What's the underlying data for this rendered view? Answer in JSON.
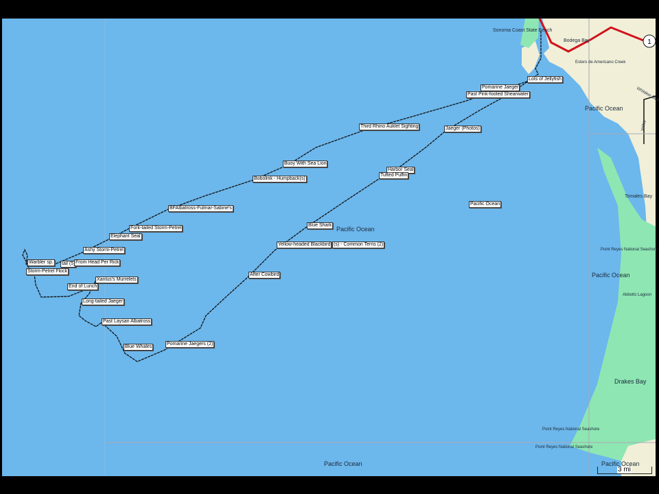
{
  "colors": {
    "ocean": "#6cb7ec",
    "land": "#f1efd8",
    "park": "#8ee6b3",
    "road": "#d0121b",
    "track": "#111111",
    "border": "#000000"
  },
  "places": {
    "sonoma_coast": "Sonoma Coast State Beach",
    "bodega_bay": "Bodega Bay",
    "estero": "Estero de Americano Creek",
    "pacific_1": "Pacific Ocean",
    "pacific_2": "Pacific Ocean",
    "pacific_3": "Pacific Ocean",
    "pacific_4": "Pacific Ocean",
    "pacific_5": "Pacific Ocean",
    "tomales": "Tomales Bay",
    "point_reyes_1": "Point Reyes National Seashore",
    "point_reyes_2": "Point Reyes National Seashore",
    "point_reyes_3": "Point Reyes National Seashore",
    "abbotts": "Abbotts Lagoon",
    "drakes": "Drakes Bay",
    "whitaker": "Whitaker Bluff",
    "valley": "Valley",
    "route_1": "1"
  },
  "waypoints": [
    "Lots of Jellyfish",
    "Pomarine Jaeger",
    "Past Pink-footed Shearwater",
    "Third Rhino Auklet Sighting",
    "Jaeger (Photos)",
    "Buoy With Sea Lion",
    "Harbor Seal",
    "Tufted Puffin",
    "Bobolink - Humpback(s)",
    "Pacific Ocean",
    "BFAlbatross-Fulmar-Sabine's",
    "Fork-tailed Storm-Petrel",
    "Blue Shark",
    "Elephant Seal",
    "Yellow-headed Blackbird",
    "(s) - Common Terns (2)",
    "Ashy Storm-Petrel",
    "Warbler sp.",
    "tail (5)",
    "From Head Per Rick",
    "Storm-Petrel Flock",
    "After Cowbird",
    "Xantus's Murrelets",
    "End of Lunch",
    "Long-tailed Jaeger",
    "Past Laysan Albatross",
    "Blue Whales",
    "Pomarine Jaegers (2)"
  ],
  "scale_label": "3 mi"
}
